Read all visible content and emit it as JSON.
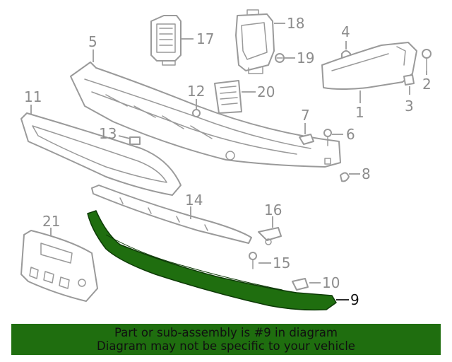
{
  "diagram": {
    "highlight_color": "#1f6e0f",
    "line_color": "#9a9a9a",
    "callouts": {
      "c1": "1",
      "c2": "2",
      "c3": "3",
      "c4": "4",
      "c5": "5",
      "c6": "6",
      "c7": "7",
      "c8": "8",
      "c9": "9",
      "c10": "10",
      "c11": "11",
      "c12": "12",
      "c13": "13",
      "c14": "14",
      "c15": "15",
      "c16": "16",
      "c17": "17",
      "c18": "18",
      "c19": "19",
      "c20": "20",
      "c21": "21"
    },
    "highlighted_part": "9"
  },
  "banner": {
    "line1": "Part or sub-assembly is #9 in diagram",
    "line2": "Diagram may not be specific to your vehicle",
    "background": "#1f6e0f"
  }
}
